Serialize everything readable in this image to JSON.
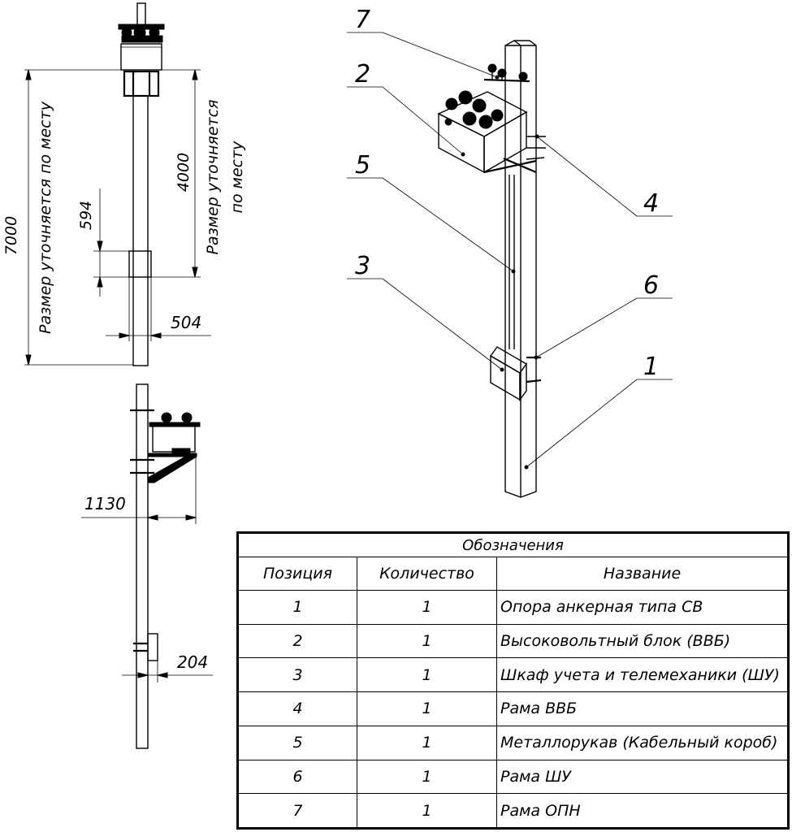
{
  "front_view": {
    "dim_total": "7000",
    "dim_note": "Размер уточняется по месту",
    "dim_middle": "594",
    "dim_upper": "4000",
    "dim_upper_note_1": "Размер уточняется",
    "dim_upper_note_2": "по месту",
    "dim_width": "504"
  },
  "side_view": {
    "dim_bracket": "1130",
    "dim_cabinet": "204"
  },
  "callouts": [
    "7",
    "2",
    "5",
    "3",
    "4",
    "6",
    "1"
  ],
  "legend": {
    "caption": "Обозначения",
    "headers": [
      "Позиция",
      "Количество",
      "Название"
    ],
    "rows": [
      {
        "pos": "1",
        "qty": "1",
        "name": "Опора анкерная типа СВ"
      },
      {
        "pos": "2",
        "qty": "1",
        "name": "Высоковольтный блок (ВВБ)"
      },
      {
        "pos": "3",
        "qty": "1",
        "name": "Шкаф учета и телемеханики (ШУ)"
      },
      {
        "pos": "4",
        "qty": "1",
        "name": "Рама ВВБ"
      },
      {
        "pos": "5",
        "qty": "1",
        "name": "Металлорукав (Кабельный короб)"
      },
      {
        "pos": "6",
        "qty": "1",
        "name": "Рама ШУ"
      },
      {
        "pos": "7",
        "qty": "1",
        "name": "Рама ОПН"
      }
    ]
  }
}
